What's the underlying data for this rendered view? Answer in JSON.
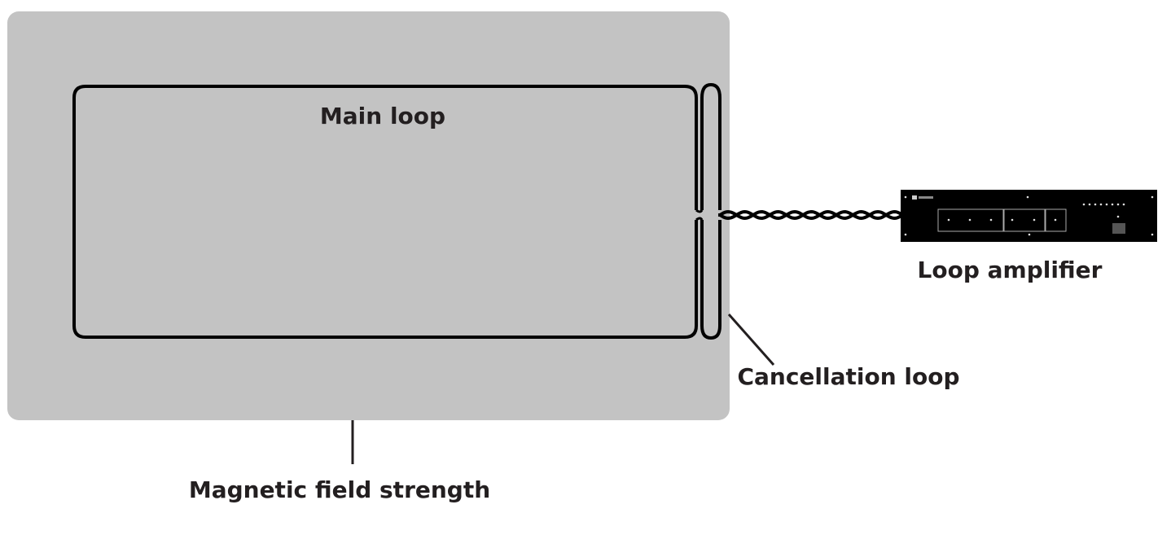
{
  "labels": {
    "main_loop": "Main loop",
    "loop_amplifier": "Loop amplifier",
    "cancellation_loop": "Cancellation loop",
    "magnetic_field_strength": "Magnetic field strength"
  },
  "colors": {
    "field_area": "#c3c3c3",
    "loop_stroke": "#000000",
    "text": "#231f20",
    "amplifier_body": "#000000"
  }
}
